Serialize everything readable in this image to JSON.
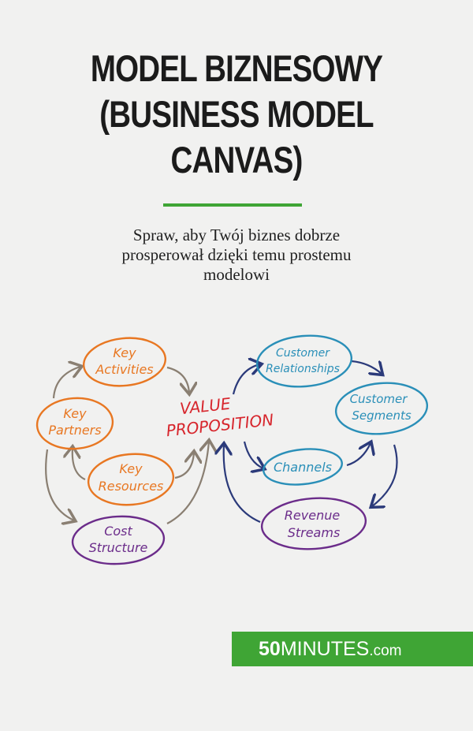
{
  "title_lines": [
    "MODEL BIZNESOWY",
    "(BUSINESS MODEL",
    "CANVAS)"
  ],
  "subtitle_lines": [
    "Spraw, aby Twój biznes dobrze",
    "prosperował dzięki temu prostemu",
    "modelowi"
  ],
  "diagram": {
    "center": [
      "VALUE",
      "PROPOSITION"
    ],
    "key_activities": [
      "Key",
      "Activities"
    ],
    "key_partners": [
      "Key",
      "Partners"
    ],
    "key_resources": [
      "Key",
      "Resources"
    ],
    "cost_structure": [
      "Cost",
      "Structure"
    ],
    "customer_relationships": [
      "Customer",
      "Relationships"
    ],
    "customer_segments": [
      "Customer",
      "Segments"
    ],
    "channels": [
      "Channels"
    ],
    "revenue_streams": [
      "Revenue",
      "Streams"
    ],
    "colors": {
      "orange": "#e87722",
      "blue": "#2a8fb8",
      "purple": "#6b2c8a",
      "red": "#d7262d",
      "gray": "#8a7f72",
      "navy": "#2b3a7a"
    }
  },
  "brand": {
    "bold": "50",
    "main": "MINUTES",
    "suffix": ".com",
    "color": "#3fa535"
  }
}
